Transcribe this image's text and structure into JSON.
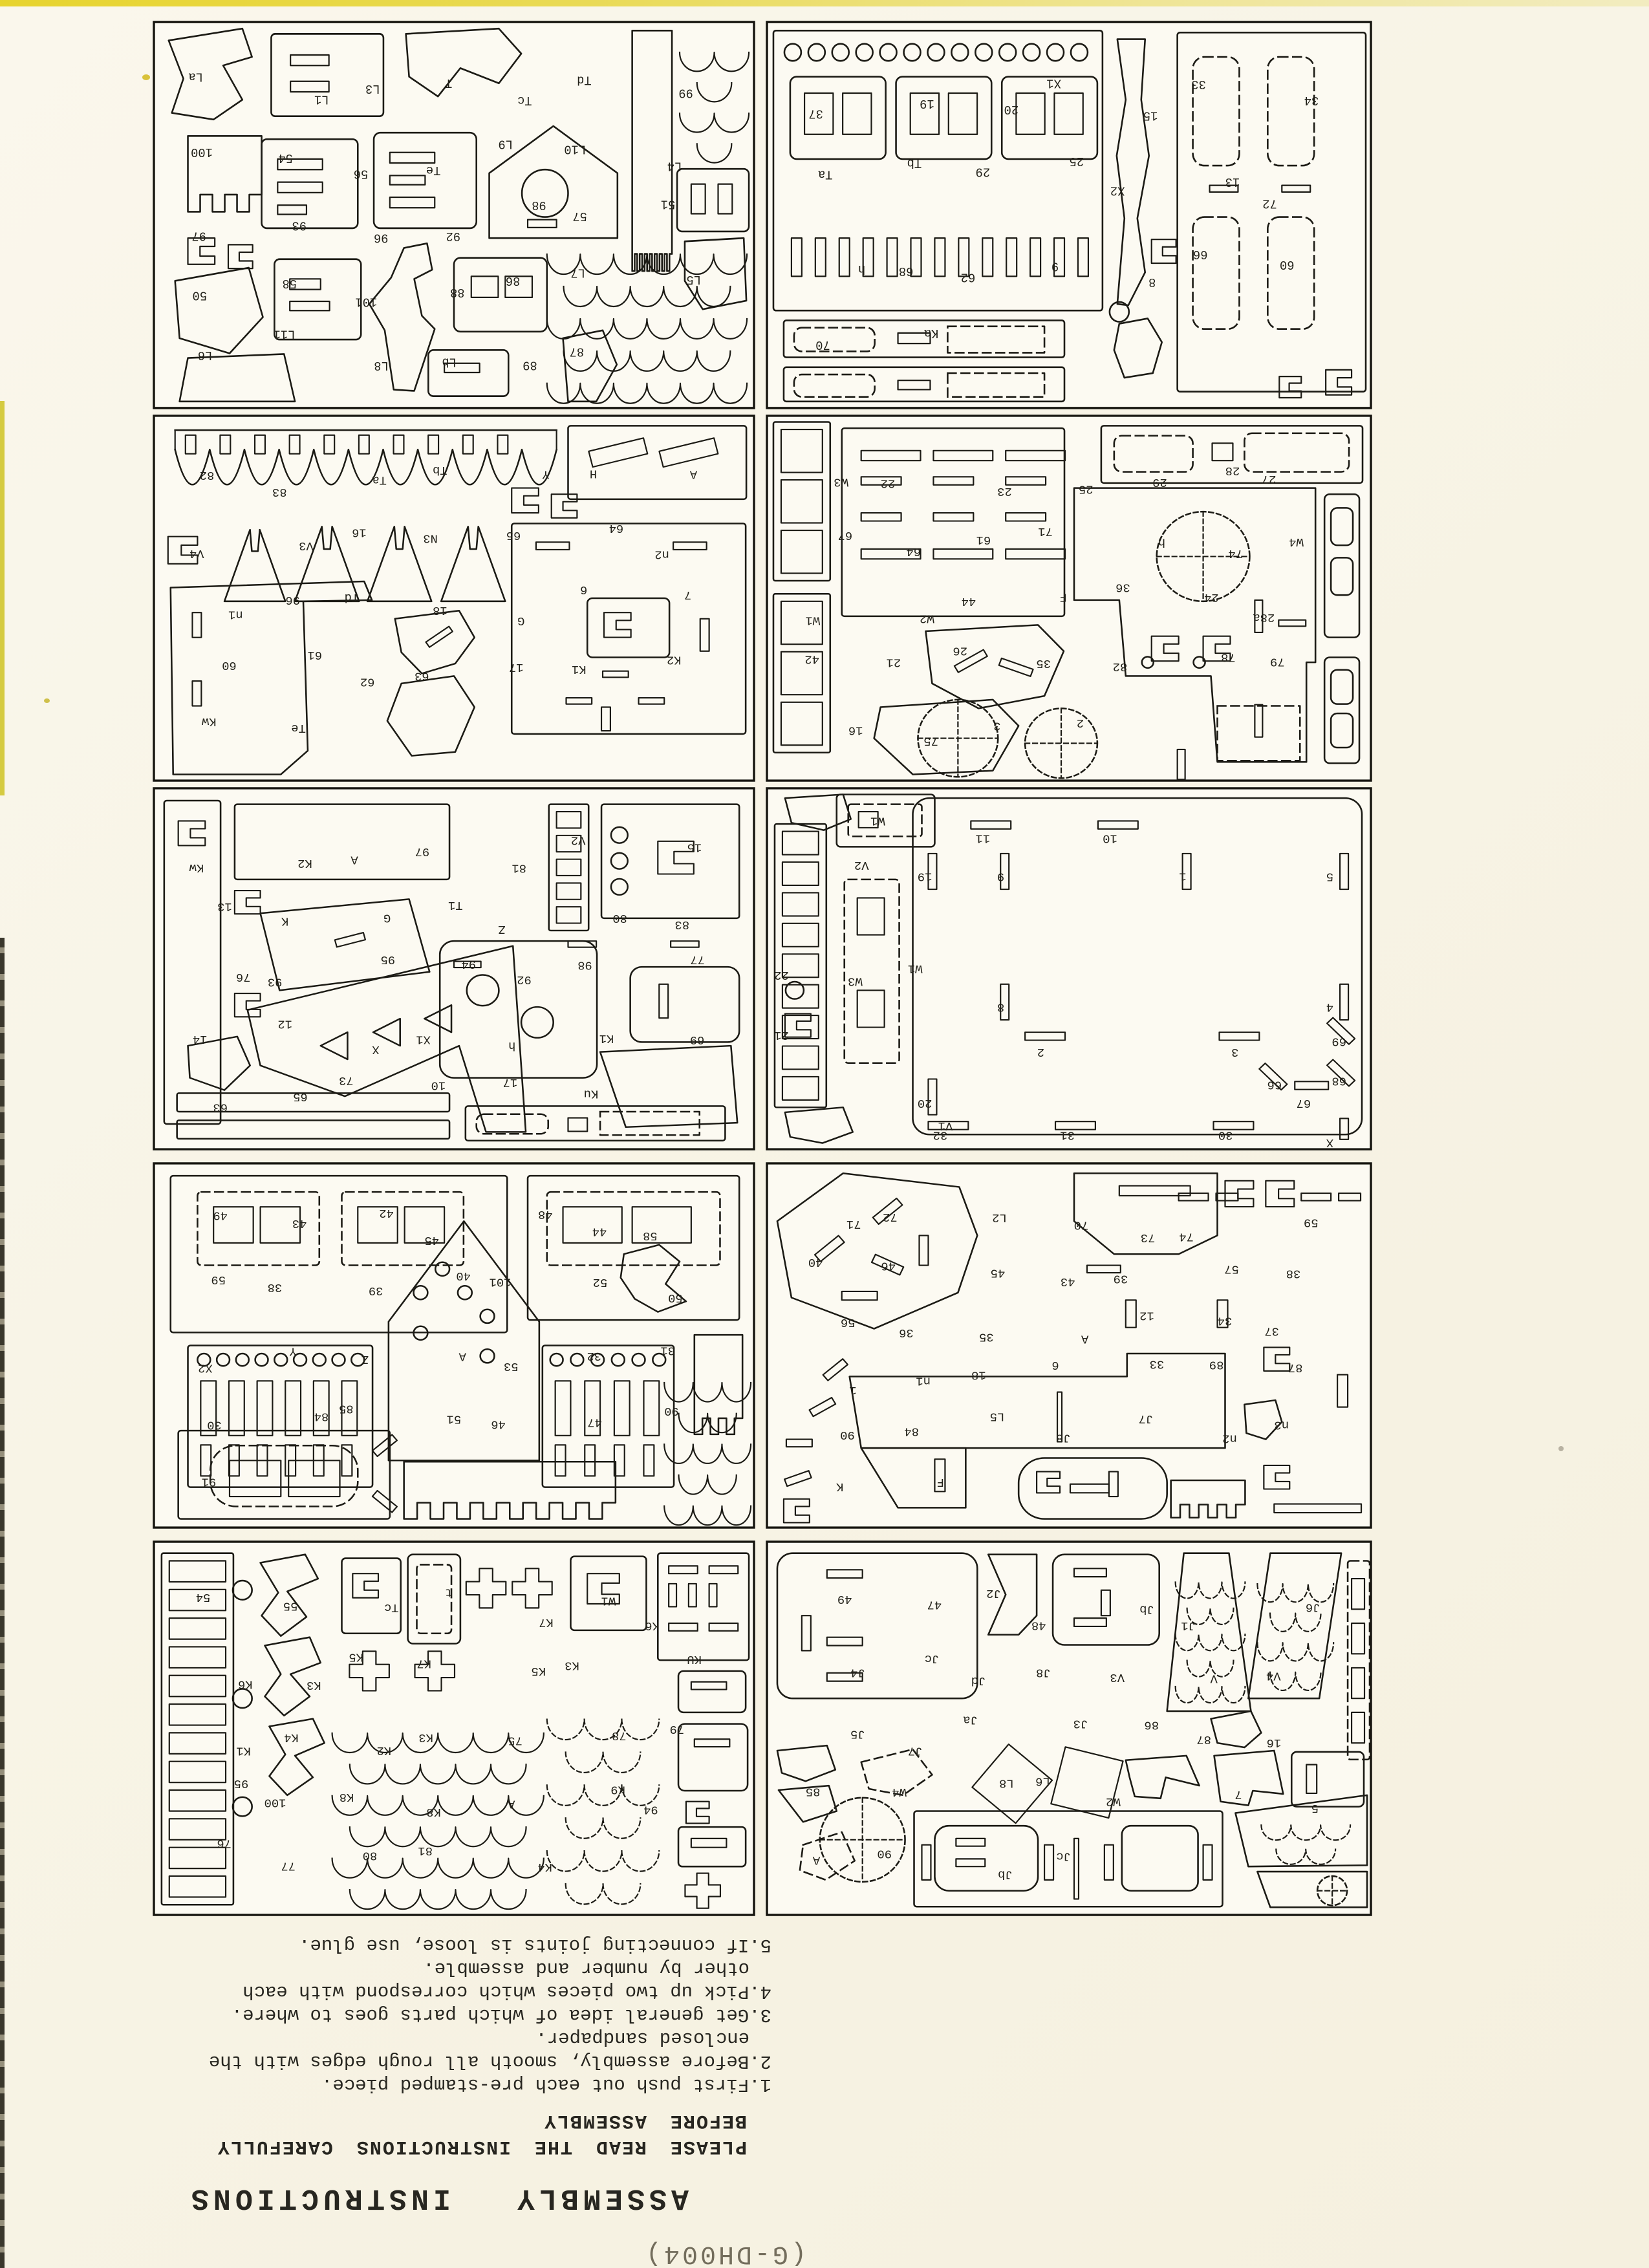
{
  "page": {
    "code": "(G-DH004)",
    "title": "ASSEMBLY INSTRUCTIONS",
    "notice_line1": "PLEASE READ THE INSTRUCTIONS CAREFULLY",
    "notice_line2": "BEFORE ASSEMBLY",
    "instructions": [
      [
        "1.First push out each pre-stamped piece."
      ],
      [
        "2.Before assembly, smooth all rough edges with the",
        "enclosed sandpaper."
      ],
      [
        "3.Get general idea of which parts goes to where."
      ],
      [
        "4.Pick up two pieces which correspond with each",
        "other by number and assemble."
      ],
      [
        "5.If connecting joints is loose, use glue."
      ]
    ]
  },
  "colors": {
    "paper": "#f8f4e8",
    "panel": "#fcfaf2",
    "ink": "#1c1b15",
    "edge_yellow": "#e7d42e",
    "code_text": "#736d5c"
  },
  "panels": [
    {
      "id": "panel-1",
      "labels": [
        "La",
        "L1",
        "L3",
        "T",
        "Tc",
        "Td",
        "99",
        "100",
        "54",
        "56",
        "Te",
        "L9",
        "L10",
        "L4",
        "97",
        "93",
        "96",
        "92",
        "98",
        "57",
        "51",
        "50",
        "58",
        "101",
        "88",
        "86",
        "L7",
        "L5",
        "L6",
        "L11",
        "L8",
        "Lb",
        "89",
        "87"
      ]
    },
    {
      "id": "panel-2",
      "labels": [
        "37",
        "19",
        "20",
        "X1",
        "15",
        "33",
        "34",
        "Ta",
        "Tb",
        "29",
        "25",
        "X2",
        "13",
        "72",
        "h",
        "68",
        "62",
        "9",
        "8",
        "66",
        "60",
        "70",
        "Ka"
      ]
    },
    {
      "id": "panel-3",
      "labels": [
        "82",
        "83",
        "Ta",
        "Tb",
        "Y",
        "H",
        "A",
        "V4",
        "V3",
        "16",
        "N3",
        "65",
        "64",
        "n2",
        "n1",
        "96",
        "Td",
        "18",
        "G",
        "6",
        "7",
        "60",
        "61",
        "62",
        "63",
        "17",
        "K1",
        "K2",
        "Kw",
        "Te"
      ]
    },
    {
      "id": "panel-4",
      "labels": [
        "W3",
        "22",
        "23",
        "25",
        "29",
        "28",
        "27",
        "67",
        "64",
        "61",
        "71",
        "h",
        "74",
        "W4",
        "W1",
        "W2",
        "44",
        "F",
        "36",
        "24",
        "28a",
        "42",
        "21",
        "26",
        "35",
        "82",
        "78",
        "79",
        "16",
        "75",
        "3",
        "2"
      ]
    },
    {
      "id": "panel-5",
      "labels": [
        "Kw",
        "K2",
        "A",
        "97",
        "81",
        "V2",
        "15",
        "13",
        "K",
        "G",
        "T1",
        "Z",
        "80",
        "83",
        "76",
        "93",
        "95",
        "94",
        "92",
        "98",
        "77",
        "14",
        "12",
        "X",
        "X1",
        "h",
        "K1",
        "69",
        "63",
        "65",
        "73",
        "10",
        "17",
        "Ku"
      ]
    },
    {
      "id": "panel-6",
      "labels": [
        "11",
        "10",
        "19",
        "9",
        "1",
        "5",
        "W1",
        "8",
        "4",
        "2",
        "3",
        "69",
        "66",
        "68",
        "67",
        "20",
        "32",
        "31",
        "30",
        "X",
        "W1",
        "V2",
        "W3",
        "22",
        "21",
        "V1"
      ]
    },
    {
      "id": "panel-7",
      "labels": [
        "49",
        "43",
        "42",
        "45",
        "48",
        "44",
        "58",
        "59",
        "38",
        "39",
        "40",
        "101",
        "52",
        "50",
        "X2",
        "Y",
        "Z",
        "A",
        "53",
        "32",
        "31",
        "30",
        "84",
        "85",
        "51",
        "46",
        "47",
        "90",
        "91"
      ]
    },
    {
      "id": "panel-8",
      "labels": [
        "71",
        "72",
        "L2",
        "70",
        "73",
        "74",
        "59",
        "40",
        "46",
        "45",
        "43",
        "39",
        "57",
        "38",
        "56",
        "36",
        "35",
        "A",
        "12",
        "34",
        "37",
        "1",
        "n1",
        "18",
        "6",
        "33",
        "89",
        "87",
        "90",
        "84",
        "L5",
        "J8",
        "J7",
        "n2",
        "n3",
        "K",
        "F"
      ]
    },
    {
      "id": "panel-9",
      "labels": [
        "54",
        "55",
        "Tc",
        "t",
        "K7",
        "W1",
        "K6",
        "K6",
        "K3",
        "K5",
        "K7",
        "K5",
        "K3",
        "KU",
        "K1",
        "K4",
        "K2",
        "K3",
        "75",
        "78",
        "79",
        "95",
        "100",
        "K8",
        "K8",
        "A",
        "K9",
        "94",
        "76",
        "77",
        "80",
        "81",
        "K4"
      ]
    },
    {
      "id": "panel-10",
      "labels": [
        "49",
        "47",
        "J2",
        "48",
        "Jb",
        "J1",
        "J6",
        "J4",
        "Jc",
        "Jd",
        "J8",
        "V3",
        "V",
        "V4",
        "J5",
        "J7",
        "Ja",
        "J3",
        "86",
        "87",
        "16",
        "85",
        "W4",
        "L8",
        "L6",
        "W2",
        "7",
        "5",
        "A",
        "90",
        "Jb",
        "Jc"
      ]
    }
  ]
}
